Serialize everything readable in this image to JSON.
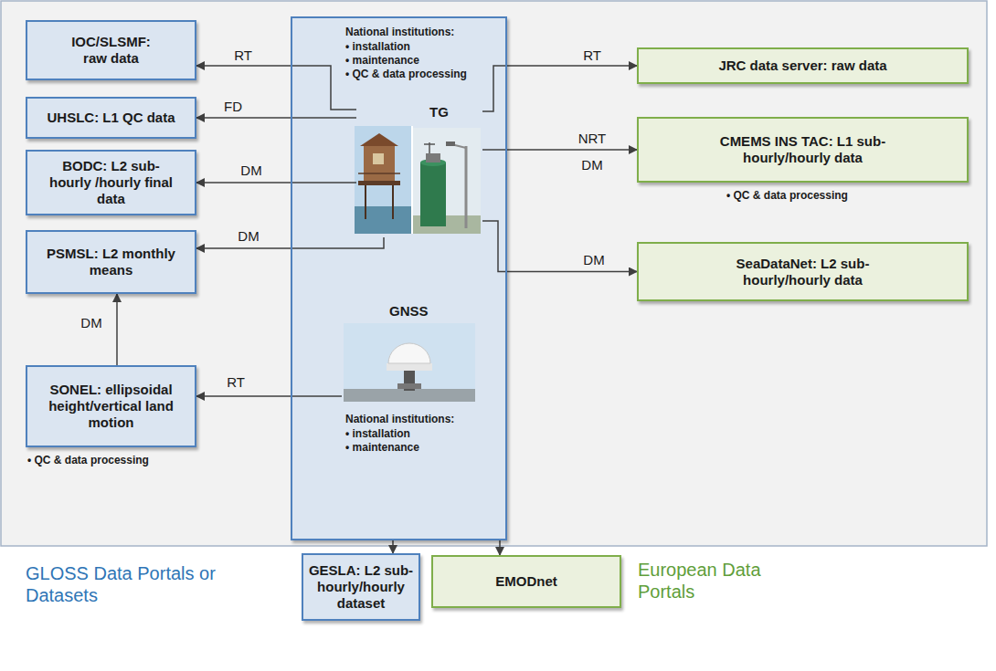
{
  "diagram": {
    "nodes": [
      {
        "text": [
          "IOC/SLSMF: raw data"
        ]
      },
      {
        "text": [
          "UHSLC: L1 QC data"
        ]
      },
      {
        "text": [
          "BODC: L2 sub-hourly /hourly final data"
        ]
      },
      {
        "text": [
          "PSMSL: L2 monthly means"
        ]
      },
      {
        "text": [
          "SONEL: ellipsoidal height/vertical land motion"
        ]
      },
      {
        "text": [
          "National institutions:",
          "• installation",
          "• maintenance",
          "• QC & data processing",
          "National institutions:",
          "• installation",
          "• maintenance"
        ]
      },
      {
        "text": [
          "TG"
        ],
        "in": 5
      },
      {
        "text": [
          "GNSS"
        ],
        "in": 5
      },
      {
        "text": [
          "JRC data server: raw data"
        ]
      },
      {
        "text": [
          "CMEMS INS TAC: L1 sub-hourly/hourly data"
        ]
      },
      {
        "text": [
          "SeaDataNet: L2 sub-hourly/hourly data"
        ]
      },
      {
        "text": [
          "GESLA: L2 sub-hourly/hourly dataset"
        ]
      },
      {
        "text": [
          "EMODnet"
        ]
      }
    ],
    "edges": [
      {
        "from": 6,
        "to": 0,
        "label": "RT",
        "arrow": "to"
      },
      {
        "from": 6,
        "to": 1,
        "label": "FD",
        "arrow": "to"
      },
      {
        "from": 6,
        "to": 2,
        "label": "DM",
        "arrow": "to"
      },
      {
        "from": 6,
        "to": 3,
        "label": "DM",
        "arrow": "to"
      },
      {
        "from": 4,
        "to": 3,
        "label": "DM",
        "arrow": "to"
      },
      {
        "from": 7,
        "to": 4,
        "label": "RT",
        "arrow": "to"
      },
      {
        "from": 6,
        "to": 8,
        "label": "RT",
        "arrow": "to"
      },
      {
        "from": 6,
        "to": 9,
        "label": "NRT",
        "arrow": "to"
      },
      {
        "from": 6,
        "to": 10,
        "label": "DM",
        "arrow": "to"
      },
      {
        "from": 5,
        "to": 11,
        "arrow": "to"
      },
      {
        "from": 5,
        "to": 12,
        "arrow": "to"
      }
    ],
    "labels": [
      "DM",
      "• QC & data processing",
      "• QC & data processing",
      "GLOSS Data Portals or Datasets",
      "European Data Portals"
    ]
  }
}
